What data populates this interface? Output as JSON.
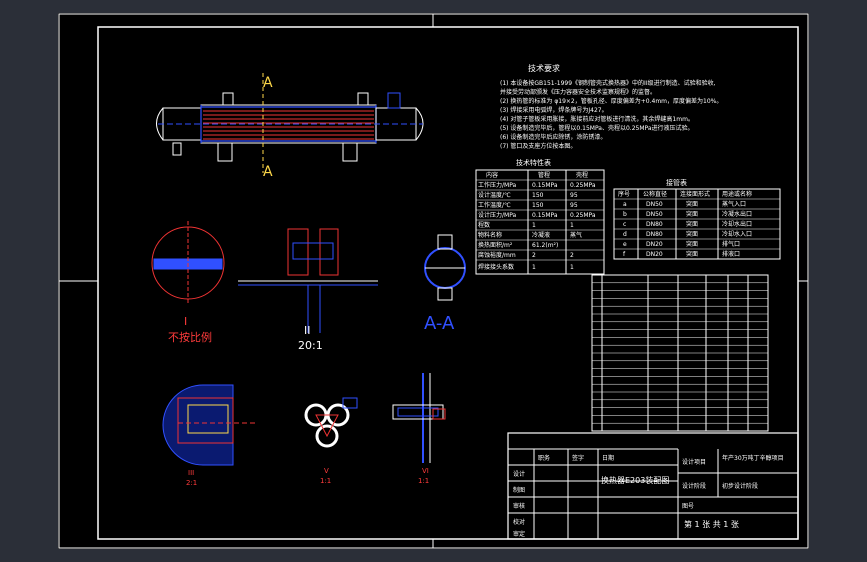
{
  "drawing": {
    "section_label_top": "A",
    "section_label_bottom": "A",
    "detail_i": {
      "roman": "I",
      "note": "不按比例"
    },
    "detail_ii": {
      "roman": "II",
      "scale": "20:1"
    },
    "section_aa": "A-A",
    "detail_iii": {
      "roman": "III",
      "scale": "2:1"
    },
    "detail_v": {
      "roman": "V",
      "scale": "1:1"
    },
    "detail_vi": {
      "roman": "VI",
      "scale": "1:1"
    }
  },
  "tech_requirements": {
    "title": "技术要求",
    "lines": [
      "(1) 本设备按GB151-1999《钢制管壳式换热器》中的II级进行制造、试验和验收,",
      "    并接受劳动部颁发《压力容器安全技术监察规程》的监督。",
      "(2) 换热管的标准为 φ19×2，管板孔径、厚度偏差为+0.4mm，厚度偏差为10%。",
      "(3) 焊接采用电弧焊，焊条牌号为J427。",
      "(4) 对管子管板采用胀接，胀接前应对管板进行清洗，其余焊缝高1mm。",
      "(5) 设备制造完毕后，管程以0.15MPa、壳程以0.25MPa进行液压试验。",
      "(6) 设备制造完毕后应除锈，涂防锈漆。",
      "(7) 管口及支座方位按本图。"
    ]
  },
  "tech_characteristics": {
    "title": "技术特性表",
    "headers": [
      "内容",
      "管程",
      "壳程"
    ],
    "rows": [
      [
        "工作压力/MPa",
        "0.15MPa",
        "0.25MPa"
      ],
      [
        "设计温度/℃",
        "150",
        "95"
      ],
      [
        "工作温度/℃",
        "150",
        "95"
      ],
      [
        "设计压力/MPa",
        "0.15MPa",
        "0.25MPa"
      ],
      [
        "程数",
        "1",
        "1"
      ],
      [
        "物料名称",
        "冷凝液",
        "蒸气"
      ],
      [
        "换热面积/m²",
        "61.2(m²)",
        ""
      ],
      [
        "腐蚀裕度/mm",
        "2",
        "2"
      ],
      [
        "焊接接头系数",
        "1",
        "1"
      ]
    ]
  },
  "nozzle_table": {
    "title": "接管表",
    "headers": [
      "序号",
      "公称直径",
      "连接面形式",
      "用途或名称"
    ],
    "rows": [
      [
        "a",
        "DN50",
        "突面",
        "蒸气入口"
      ],
      [
        "b",
        "DN50",
        "突面",
        "冷凝水出口"
      ],
      [
        "c",
        "DN80",
        "突面",
        "冷却水出口"
      ],
      [
        "d",
        "DN80",
        "突面",
        "冷却水入口"
      ],
      [
        "e",
        "DN20",
        "突面",
        "排气口"
      ],
      [
        "f",
        "DN20",
        "突面",
        "排液口"
      ]
    ]
  },
  "parts_list_rows": 20,
  "title_block": {
    "drawing_name": "换热器E203装配图",
    "project_label": "设计项目",
    "project_value": "年产30万吨丁辛醇项目",
    "stage_label": "设计阶段",
    "stage_value": "初步设计阶段",
    "drawing_no_label": "图号",
    "sheet_text": "第 1 张  共 1 张",
    "role_labels": [
      "设计",
      "制图",
      "审核",
      "校对",
      "审定",
      "日期"
    ],
    "col_labels": [
      "职务",
      "签字",
      "日期"
    ]
  }
}
